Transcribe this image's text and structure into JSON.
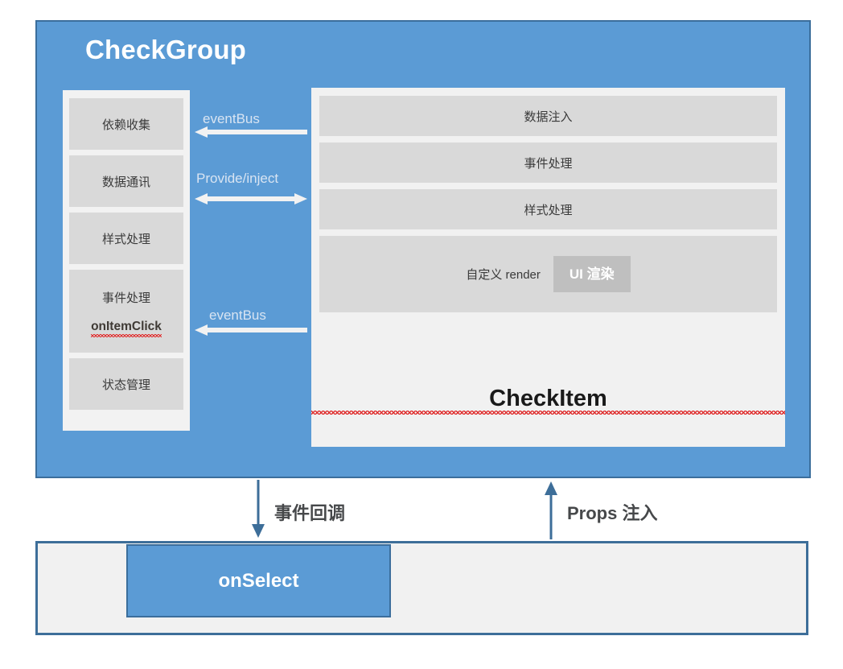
{
  "colors": {
    "panel_blue": "#5B9BD5",
    "panel_border": "#3B6E9C",
    "light_gray_bg": "#F1F1F1",
    "box_gray": "#D9D9D9",
    "badge_gray": "#BFBFBF",
    "arrow_blue": "#3D6E99",
    "label_white": "#D8E4F2",
    "text_dark": "#3A3A3A"
  },
  "checkgroup": {
    "title": "CheckGroup",
    "left_column": {
      "items": [
        {
          "label": "依赖收集"
        },
        {
          "label": "数据通讯"
        },
        {
          "label": "样式处理"
        },
        {
          "label": "事件处理",
          "sub": "onItemClick"
        },
        {
          "label": "状态管理"
        }
      ]
    },
    "connectors": [
      {
        "label": "eventBus",
        "direction": "left"
      },
      {
        "label": "Provide/inject",
        "direction": "both"
      },
      {
        "label": "eventBus",
        "direction": "left"
      }
    ]
  },
  "checkitem": {
    "title": "CheckItem",
    "rows": [
      {
        "label": "数据注入"
      },
      {
        "label": "事件处理"
      },
      {
        "label": "样式处理"
      }
    ],
    "render_row": {
      "label": "自定义 render",
      "badge": "UI 渲染"
    }
  },
  "bridge": {
    "down_label": "事件回调",
    "up_label": "Props 注入"
  },
  "bottom": {
    "onselect_label": "onSelect"
  }
}
